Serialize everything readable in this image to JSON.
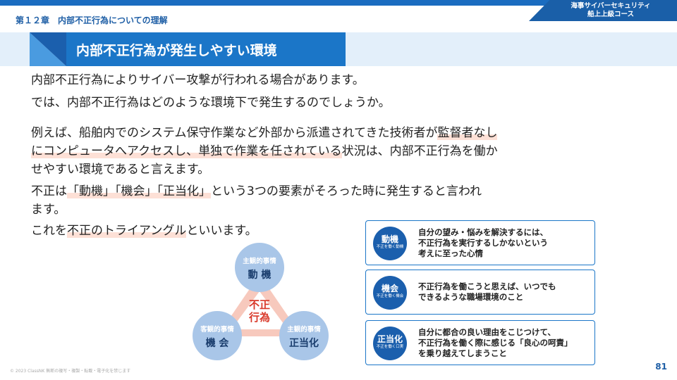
{
  "header": {
    "chapter": "第１２章　内部不正行為についての理解",
    "course_line1": "海事サイバーセキュリティ",
    "course_line2": "船上上級コース"
  },
  "title": "内部不正行為が発生しやすい環境",
  "body": {
    "line1": "内部不正行為によりサイバー攻撃が行われる場合があります。",
    "line2": "では、内部不正行為はどのような環境下で発生するのでしょうか。",
    "line3a": "例えば、船舶内でのシステム保守作業など外部から派遣されてきた技術者が",
    "line3b": "監督者なし",
    "line4a": "にコンピュータへアクセスし、単独で作業を任されている",
    "line4b": "状況は、内部不正行為を働か",
    "line5": "せやすい環境であると言えます。",
    "line6a": "不正は",
    "line6b": "「動機」「機会」「正当化」",
    "line6c": "という3つの要素がそろった時に発生すると言われ",
    "line7": "ます。",
    "line8a": "これを",
    "line8b": "不正のトライアングル",
    "line8c": "といいます。"
  },
  "triangle": {
    "center_line1": "不正",
    "center_line2": "行為",
    "top_sub": "主観的事情",
    "top_main": "動 機",
    "left_sub": "客観的事情",
    "left_main": "機 会",
    "right_sub": "主観的事情",
    "right_main": "正当化"
  },
  "cards": [
    {
      "title": "動機",
      "subtitle": "不正を働く動機",
      "text1": "自分の望み・悩みを解決するには、",
      "text2": "不正行為を実行するしかないという",
      "text3": "考えに至った心情"
    },
    {
      "title": "機会",
      "subtitle": "不正を働く機会",
      "text1": "不正行為を働こうと思えば、いつでも",
      "text2": "できるような職場環境のこと",
      "text3": ""
    },
    {
      "title": "正当化",
      "subtitle": "不正を働く口実",
      "text1": "自分に都合の良い理由をこじつけて、",
      "text2": "不正行為を働く際に感じる「良心の呵責」",
      "text3": "を乗り越えてしまうこと"
    }
  ],
  "footer": {
    "copyright": "© 2023 ClassNK 無断の複写・複製・転載・電子化を禁じます",
    "page": "81"
  },
  "colors": {
    "primary": "#1b76c8",
    "dark": "#1b5fad",
    "light_bg": "#e3effa",
    "circle": "#a9c6e8",
    "highlight": "#fde0d6"
  }
}
